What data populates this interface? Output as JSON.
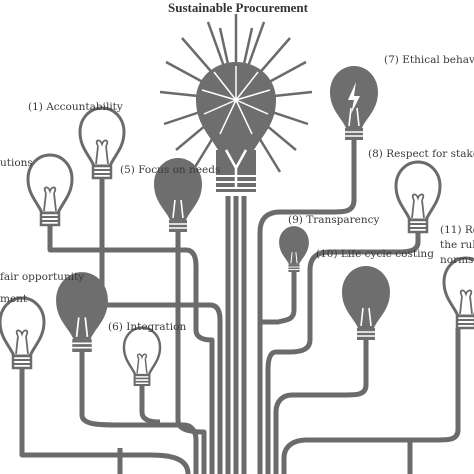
{
  "title": "Sustainable Procurement",
  "labels": {
    "l1": "(1) Accountability",
    "l2": "utions",
    "l3": "fair opportunity",
    "l4": "ment",
    "l5": "(5) Focus on needs",
    "l6": "(6) Integration",
    "l7": "(7) Ethical behavio",
    "l8": "(8) Respect for stakeho",
    "l9": "(9) Transparency",
    "l10": "(10) Life cycle costing",
    "l11a": "(11) Re",
    "l11b": "the rul",
    "l11c": "norms"
  },
  "colors": {
    "stroke": "#6b6b6b",
    "fill": "#6e6e6e",
    "text": "#3a3a3a"
  },
  "icons": [
    "light-bulb-icon",
    "lightning-bolt-icon"
  ]
}
